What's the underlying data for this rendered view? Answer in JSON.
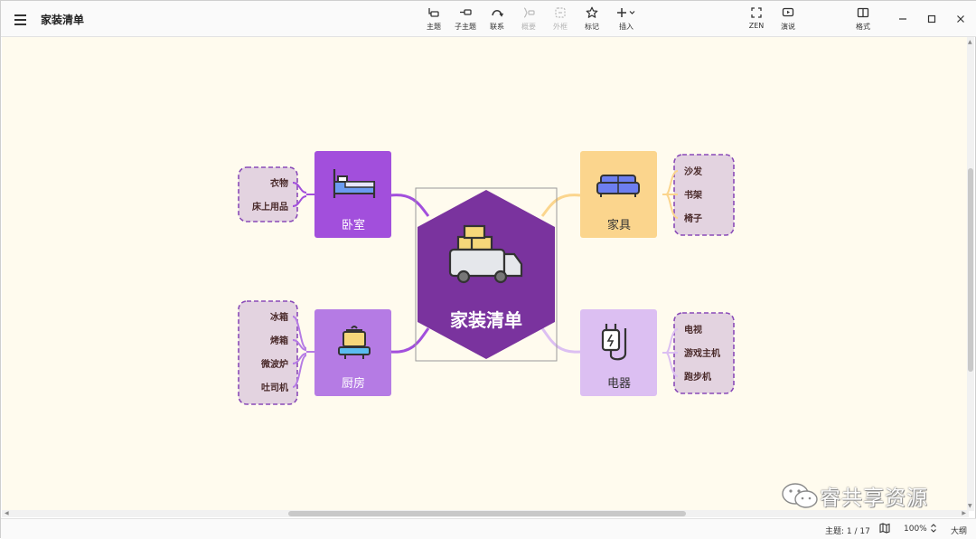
{
  "app": {
    "doc_title": "家装清单"
  },
  "toolbar": {
    "items": [
      {
        "label": "主题",
        "icon": "topic-icon",
        "enabled": true
      },
      {
        "label": "子主题",
        "icon": "subtopic-icon",
        "enabled": true
      },
      {
        "label": "联系",
        "icon": "relationship-icon",
        "enabled": true
      },
      {
        "label": "概要",
        "icon": "summary-icon",
        "enabled": false
      },
      {
        "label": "外框",
        "icon": "boundary-icon",
        "enabled": false
      },
      {
        "label": "标记",
        "icon": "star-icon",
        "enabled": true
      },
      {
        "label": "插入",
        "icon": "plus-icon",
        "enabled": true
      },
      {
        "label": "ZEN",
        "icon": "fullscreen-icon",
        "enabled": true
      },
      {
        "label": "演说",
        "icon": "play-icon",
        "enabled": true
      },
      {
        "label": "格式",
        "icon": "panel-icon",
        "enabled": true
      }
    ]
  },
  "mindmap": {
    "central": {
      "label": "家装清单",
      "color": "#7a339e",
      "icon": "truck-icon"
    },
    "branches": [
      {
        "label": "卧室",
        "color": "#a24fdc",
        "icon": "bed-icon",
        "children": [
          "衣物",
          "床上用品"
        ]
      },
      {
        "label": "厨房",
        "color": "#b57be4",
        "icon": "cooking-pot-icon",
        "children": [
          "冰箱",
          "烤箱",
          "微波炉",
          "吐司机"
        ]
      },
      {
        "label": "家具",
        "color": "#fbd58d",
        "icon": "sofa-icon",
        "children": [
          "沙发",
          "书架",
          "椅子"
        ]
      },
      {
        "label": "电器",
        "color": "#dcbff2",
        "icon": "plug-icon",
        "children": [
          "电视",
          "游戏主机",
          "跑步机"
        ]
      }
    ],
    "subtopic_box_color": "#e3d3e0",
    "subtopic_border_color": "#8a4bb8",
    "subtopic_text_color": "#4a2a2a"
  },
  "statusbar": {
    "topic_count": "主题: 1 / 17",
    "zoom": "100%",
    "outline_label": "大纲"
  },
  "watermark": {
    "text": "睿共享资源"
  }
}
